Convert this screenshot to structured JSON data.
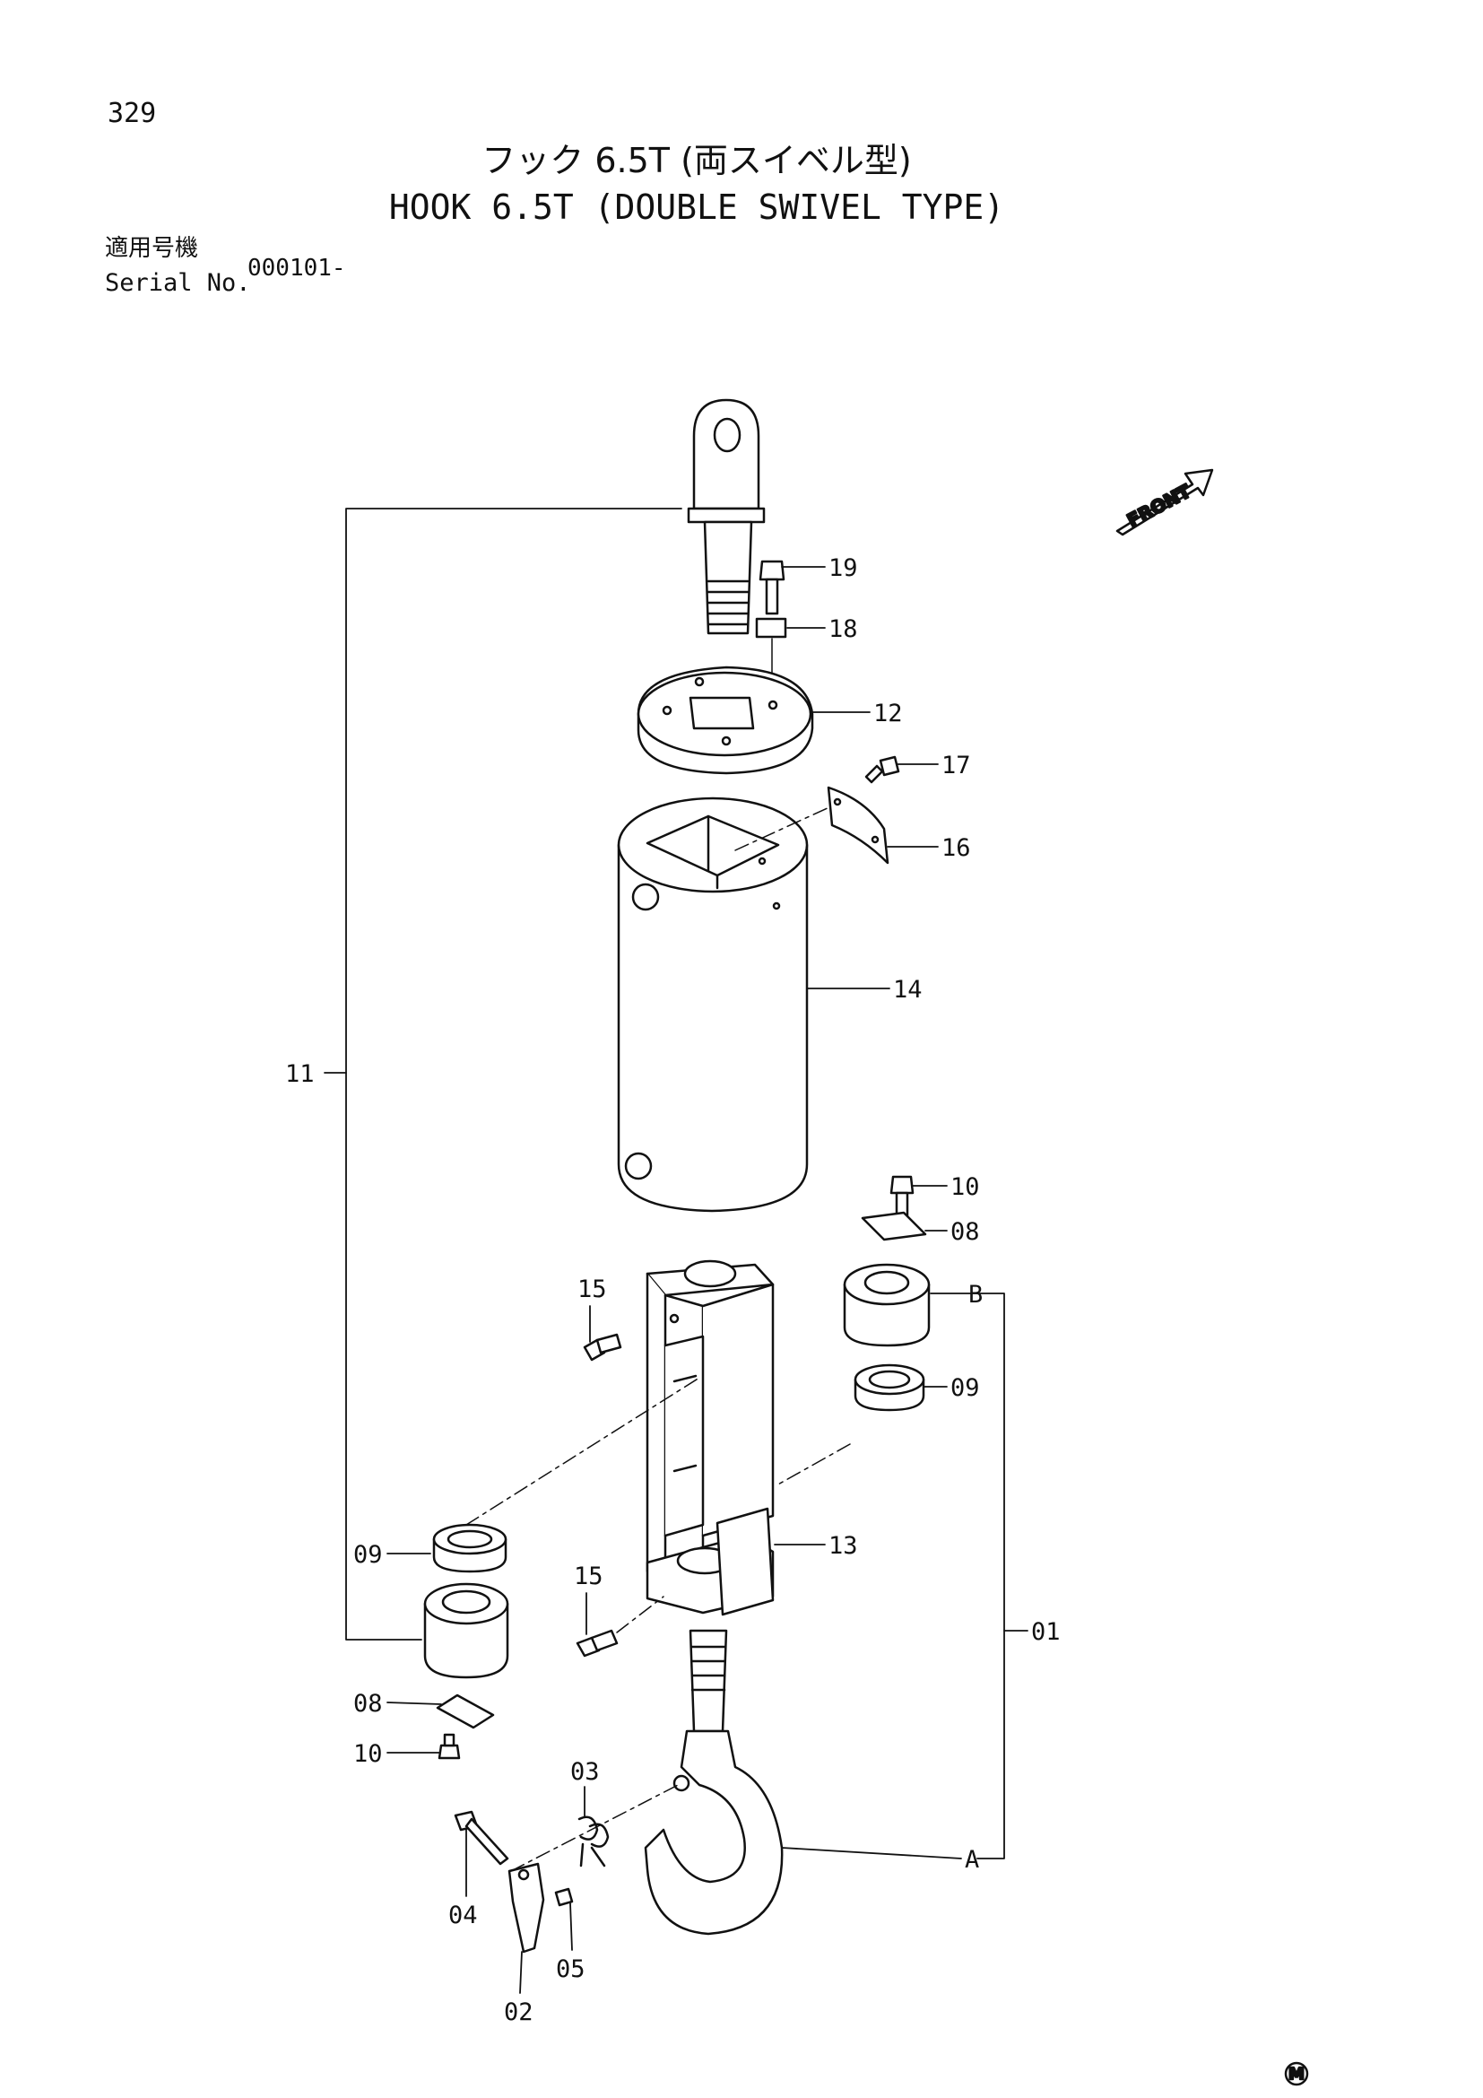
{
  "page_number": "329",
  "title_jp": "フック 6.5T (両スイベル型)",
  "title_en": "HOOK 6.5T (DOUBLE SWIVEL TYPE)",
  "serial": {
    "label_jp": "適用号機",
    "label_en": "Serial No.",
    "value": "000101-"
  },
  "front_label": "FRONT",
  "corner_mark": "M",
  "callouts": {
    "p19": "19",
    "p18": "18",
    "p12": "12",
    "p17": "17",
    "p16": "16",
    "p14": "14",
    "p11": "11",
    "p10a": "10",
    "p08a": "08",
    "pB": "B",
    "p09a": "09",
    "p15a": "15",
    "p09b": "09",
    "p13": "13",
    "p15b": "15",
    "p01": "01",
    "p08b": "08",
    "p10b": "10",
    "p03": "03",
    "p04": "04",
    "p05": "05",
    "p02": "02",
    "pA": "A"
  }
}
